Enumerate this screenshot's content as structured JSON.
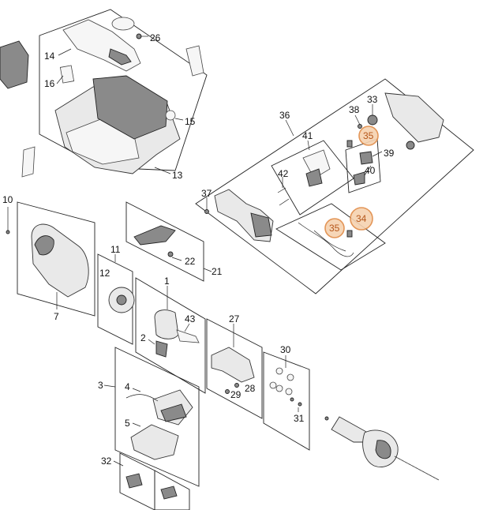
{
  "labels": {
    "p1": "1",
    "p2": "2",
    "p3": "3",
    "p4": "4",
    "p5": "5",
    "p7": "7",
    "p10": "10",
    "p11": "11",
    "p12": "12",
    "p13": "13",
    "p14": "14",
    "p15": "15",
    "p16": "16",
    "p21": "21",
    "p22": "22",
    "p26": "26",
    "p27": "27",
    "p28": "28",
    "p29": "29",
    "p30": "30",
    "p31": "31",
    "p32": "32",
    "p33": "33",
    "p34": "34",
    "p35a": "35",
    "p35b": "35",
    "p36": "36",
    "p37": "37",
    "p38": "38",
    "p39": "39",
    "p40": "40",
    "p41": "41",
    "p42": "42",
    "p43": "43"
  },
  "highlight": {
    "color": "#f6d2b0",
    "stroke": "#e08a45",
    "labels": [
      "34",
      "35"
    ]
  }
}
